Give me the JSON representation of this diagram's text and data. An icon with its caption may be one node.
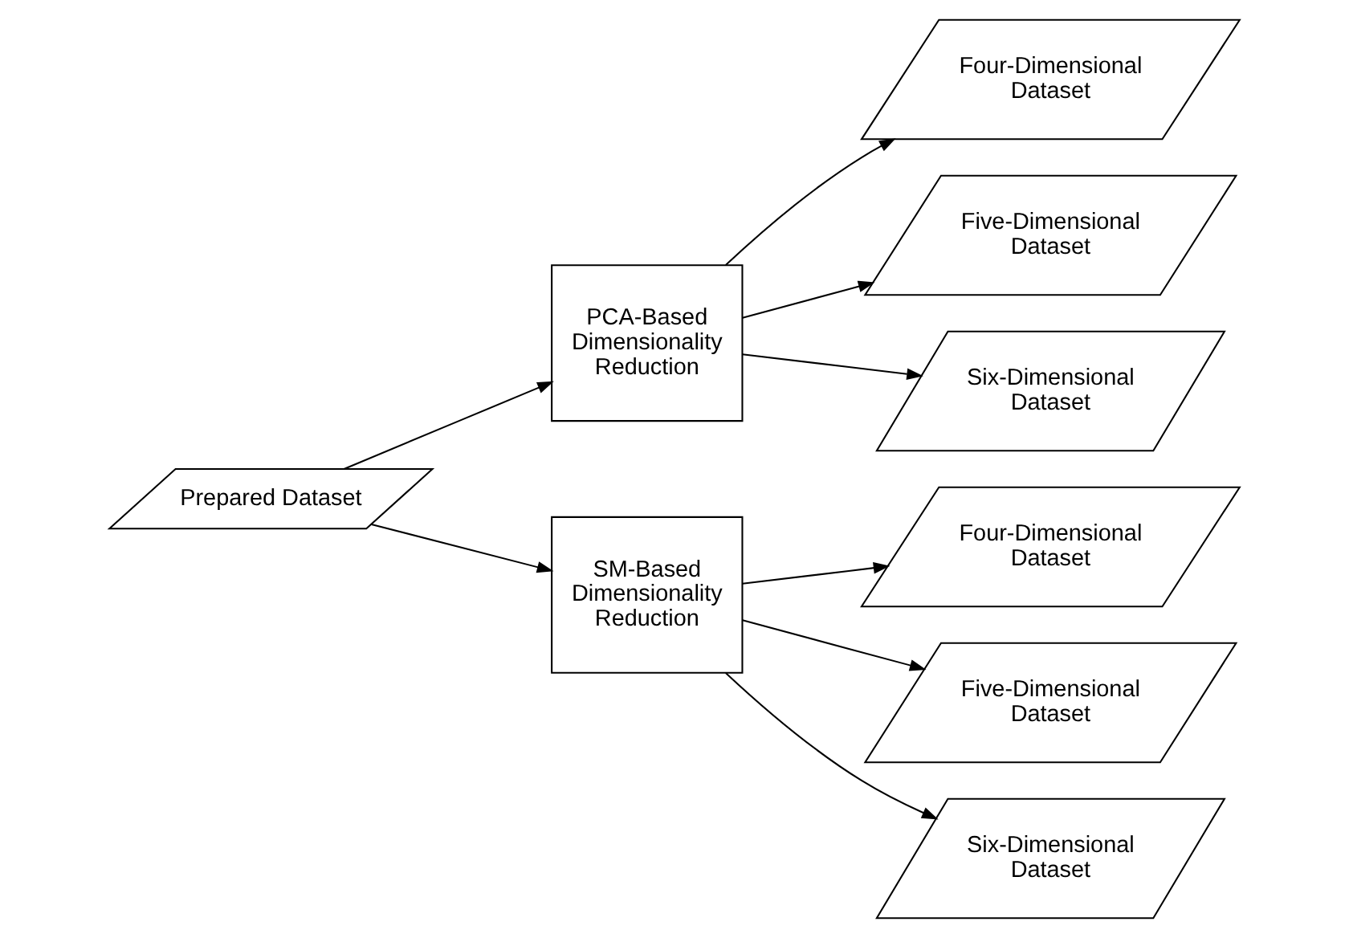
{
  "diagram": {
    "nodes": [
      {
        "text": [
          "Prepared Dataset"
        ]
      },
      {
        "text": [
          "PCA-Based Dimensionality Reduction"
        ]
      },
      {
        "text": [
          "SM-Based Dimensionality Reduction"
        ]
      },
      {
        "text": [
          "Four-Dimensional Dataset"
        ]
      },
      {
        "text": [
          "Five-Dimensional Dataset"
        ]
      },
      {
        "text": [
          "Six-Dimensional Dataset"
        ]
      },
      {
        "text": [
          "Four-Dimensional Dataset"
        ]
      },
      {
        "text": [
          "Five-Dimensional Dataset"
        ]
      },
      {
        "text": [
          "Six-Dimensional Dataset"
        ]
      }
    ],
    "edges": [
      {
        "from": 0,
        "to": 1,
        "arrow": "to"
      },
      {
        "from": 0,
        "to": 2,
        "arrow": "to"
      },
      {
        "from": 1,
        "to": 3,
        "arrow": "to"
      },
      {
        "from": 1,
        "to": 4,
        "arrow": "to"
      },
      {
        "from": 1,
        "to": 5,
        "arrow": "to"
      },
      {
        "from": 2,
        "to": 6,
        "arrow": "to"
      },
      {
        "from": 2,
        "to": 7,
        "arrow": "to"
      },
      {
        "from": 2,
        "to": 8,
        "arrow": "to"
      }
    ]
  }
}
